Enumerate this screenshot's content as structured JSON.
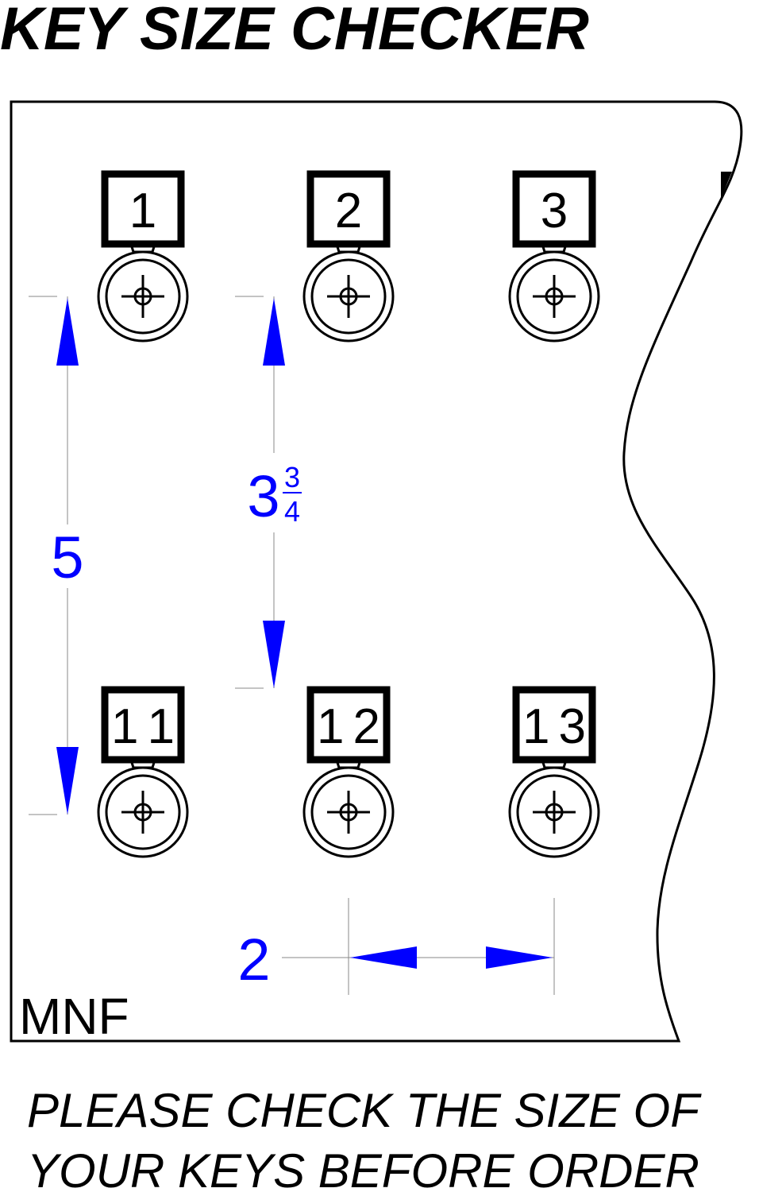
{
  "title": "KEY SIZE CHECKER",
  "footer": {
    "line1": "PLEASE CHECK THE SIZE OF",
    "line2": "YOUR KEYS BEFORE ORDER"
  },
  "corner_label": "MNF",
  "keys": [
    {
      "label": "1",
      "row": 0,
      "col": 0
    },
    {
      "label": "2",
      "row": 0,
      "col": 1
    },
    {
      "label": "3",
      "row": 0,
      "col": 2
    },
    {
      "label": "11",
      "row": 1,
      "col": 0
    },
    {
      "label": "12",
      "row": 1,
      "col": 1
    },
    {
      "label": "13",
      "row": 1,
      "col": 2
    }
  ],
  "dimensions": {
    "vertical_full": "5",
    "vertical_gap_whole": "3",
    "vertical_gap_num": "3",
    "vertical_gap_den": "4",
    "horizontal": "2"
  },
  "colors": {
    "dimension": "#0000ff",
    "line": "#000000"
  }
}
